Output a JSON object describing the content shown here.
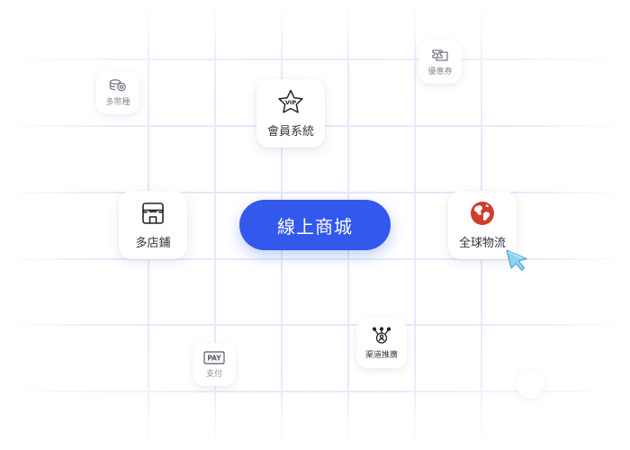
{
  "center": {
    "label": "線上商城"
  },
  "nodes": {
    "multi_store": {
      "label": "多店鋪",
      "icon": "storefront-icon"
    },
    "membership": {
      "label": "會員系統",
      "icon": "vip-star-icon"
    },
    "logistics": {
      "label": "全球物流",
      "icon": "globe-icon"
    },
    "multi_currency": {
      "label": "多幣種",
      "icon": "coins-icon"
    },
    "coupon": {
      "label": "優惠券",
      "icon": "coupon-icon"
    },
    "channel_promo": {
      "label": "渠道推廣",
      "icon": "share-person-icon"
    },
    "payment": {
      "label": "支付",
      "icon": "pay-icon",
      "badge": "PAY"
    }
  },
  "colors": {
    "button": "#3258ec",
    "globe": "#d33b2c",
    "grid": "#e5e9fb",
    "cursor": "#5ab8e6"
  }
}
